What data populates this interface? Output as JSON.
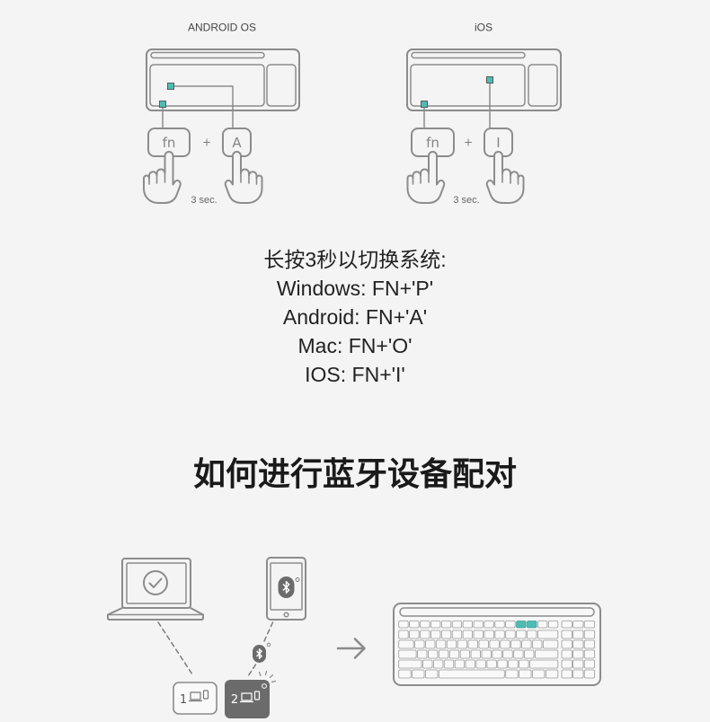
{
  "colors": {
    "background": "#f4f4f4",
    "line": "#8c8c8c",
    "accent": "#4dbdb4",
    "text": "#222222",
    "active_key": "#6b6b6b"
  },
  "os_switch": {
    "android": {
      "label": "ANDROID OS",
      "key_fn": "fn",
      "plus": "+",
      "key_letter": "A",
      "hold": "3 sec."
    },
    "ios": {
      "label": "iOS",
      "key_fn": "fn",
      "plus": "+",
      "key_letter": "I",
      "hold": "3 sec."
    }
  },
  "instructions": {
    "intro": "长按3秒以切换系统:",
    "lines": [
      "Windows: FN+'P'",
      "Android: FN+'A'",
      "Mac: FN+'O'",
      "IOS: FN+'I'"
    ]
  },
  "pairing": {
    "title": "如何进行蓝牙设备配对",
    "channel_1": "1",
    "channel_2": "2"
  },
  "icons": [
    "keyboard-icon",
    "hand-pointer-icon",
    "laptop-icon",
    "check-circle-icon",
    "phone-icon",
    "bluetooth-icon",
    "arrow-right-icon"
  ]
}
